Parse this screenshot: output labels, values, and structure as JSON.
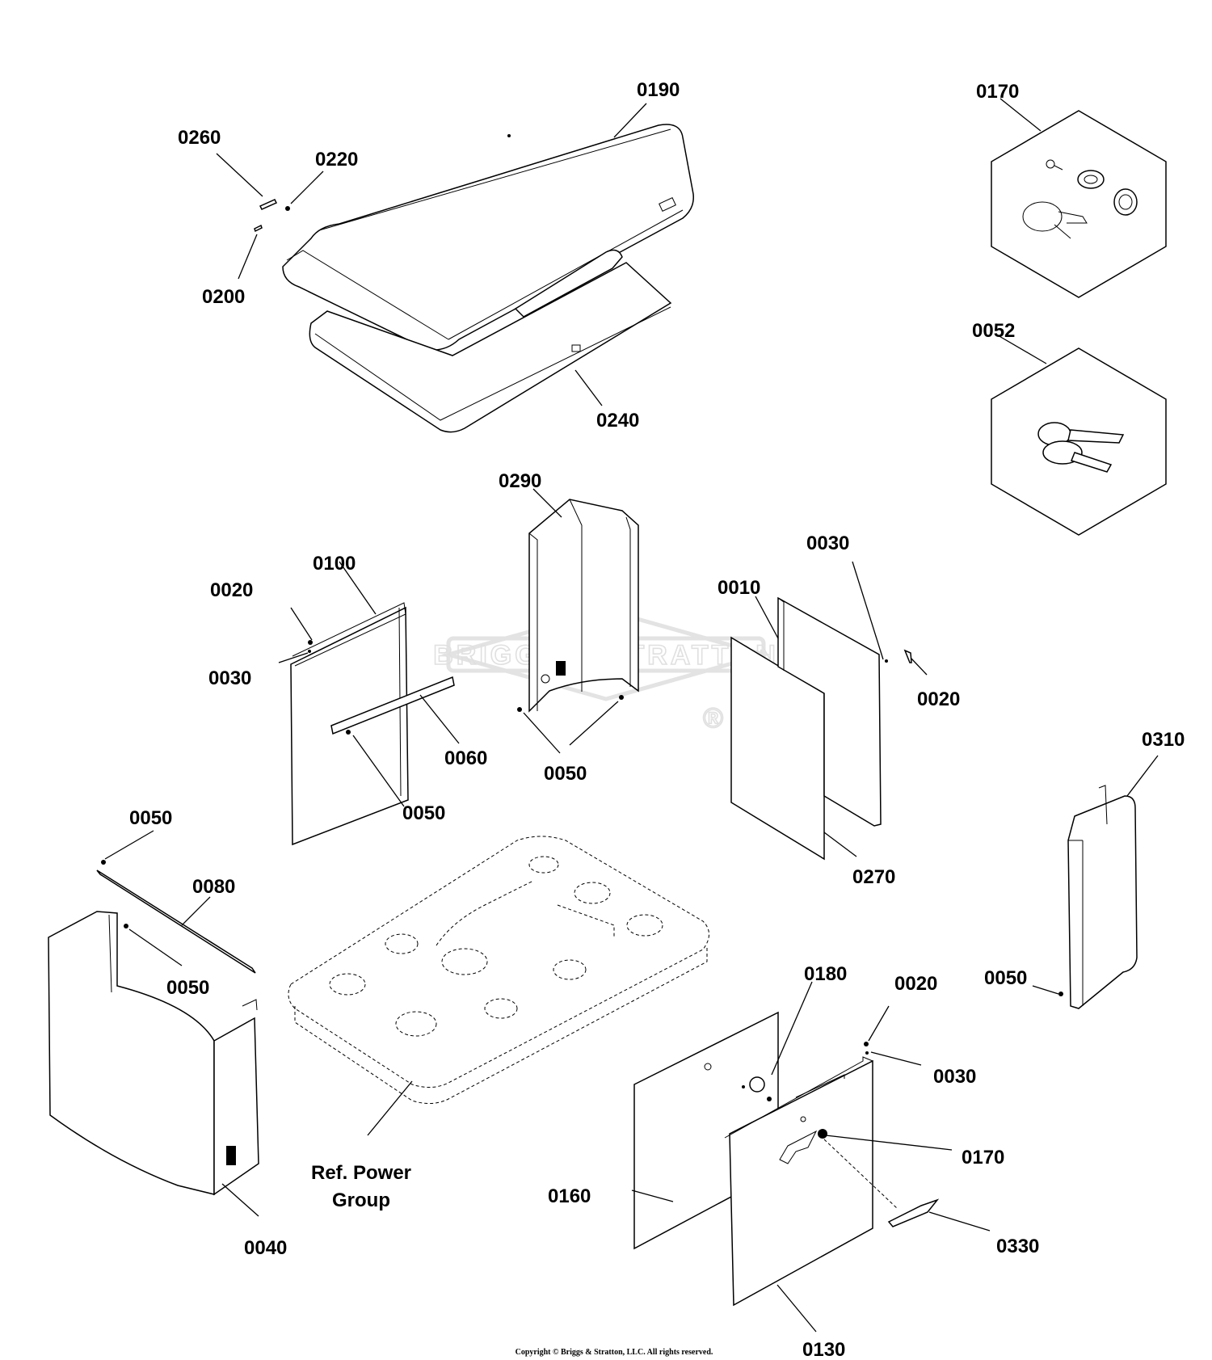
{
  "watermark": {
    "text": "BRIGGS & STRATTON"
  },
  "labels": {
    "p0190": "0190",
    "p0260": "0260",
    "p0220": "0220",
    "p0200": "0200",
    "p0240": "0240",
    "p0170_top": "0170",
    "p0052": "0052",
    "p0290": "0290",
    "p0100": "0100",
    "p0020_left": "0020",
    "p0030_left": "0030",
    "p0060": "0060",
    "p0050_0100": "0050",
    "p0050_0290": "0050",
    "p0010": "0010",
    "p0030_right": "0030",
    "p0020_right": "0020",
    "p0270": "0270",
    "p0310": "0310",
    "p0050_0310": "0050",
    "p0050_0080": "0050",
    "p0080": "0080",
    "p0050_0040": "0050",
    "p0040": "0040",
    "ref_power_line1": "Ref. Power",
    "ref_power_line2": "Group",
    "p0180": "0180",
    "p0020_front": "0020",
    "p0030_front": "0030",
    "p0170_front": "0170",
    "p0160": "0160",
    "p0330": "0330",
    "p0130": "0130"
  },
  "copyright": "Copyright © Briggs & Stratton, LLC. All rights reserved."
}
